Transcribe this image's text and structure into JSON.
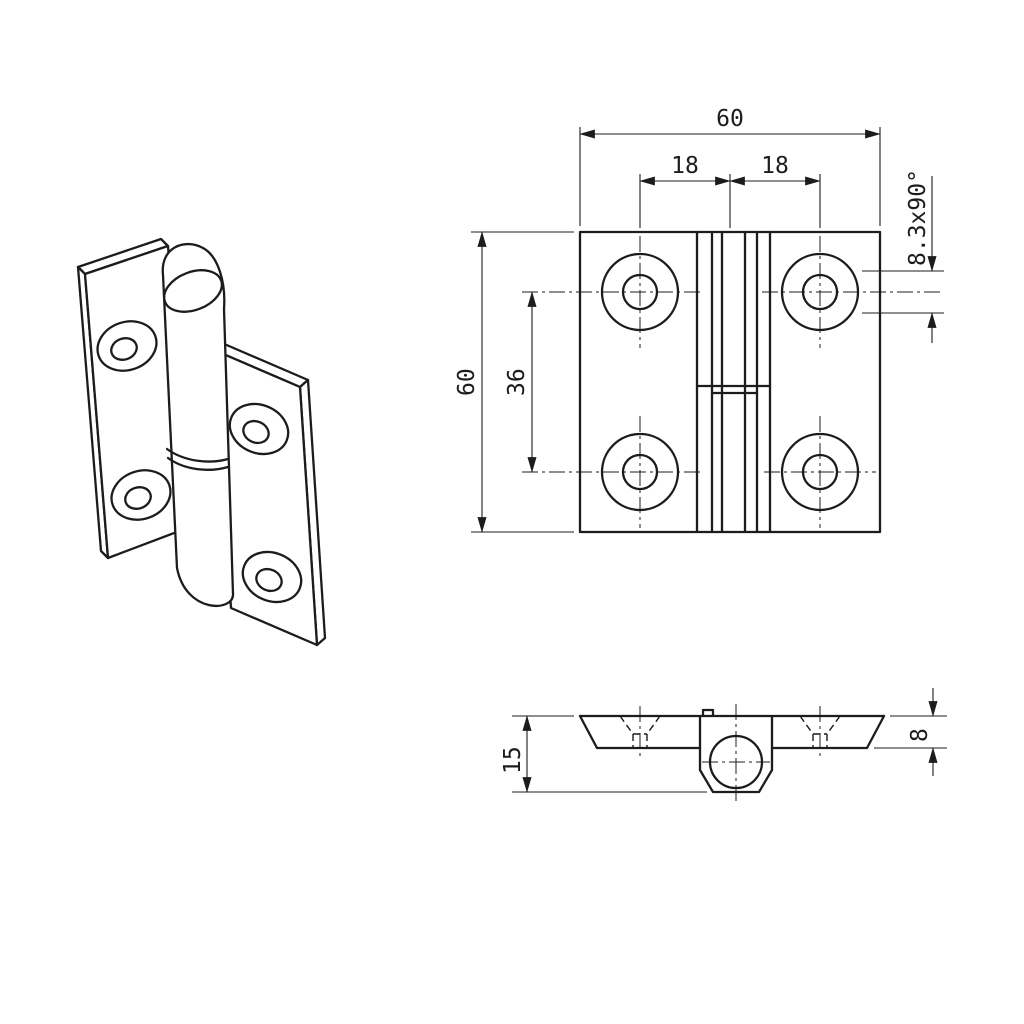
{
  "drawing": {
    "background": "#ffffff",
    "line_color": "#1c1c1c",
    "subject": "60x60 hinge technical drawing",
    "front_view": {
      "dim_overall_width": "60",
      "dim_hole_offset_left": "18",
      "dim_hole_offset_right": "18",
      "dim_countersink": "8.3x90°",
      "dim_overall_height": "60",
      "dim_hole_spacing": "36"
    },
    "side_view": {
      "dim_total_height": "15",
      "dim_leaf_thickness": "8"
    }
  }
}
